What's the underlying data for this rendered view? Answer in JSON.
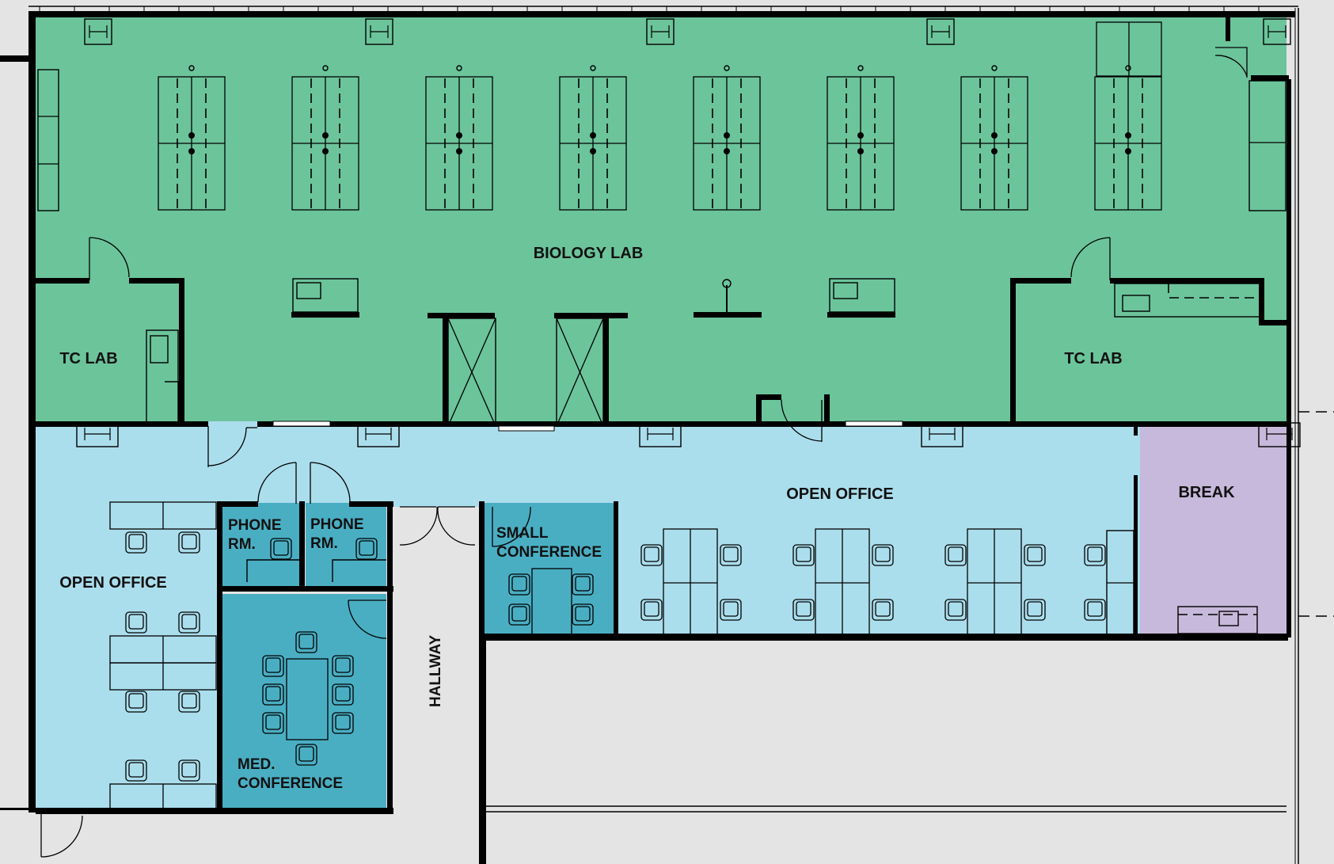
{
  "colors": {
    "biology_lab": "#6cc49b",
    "open_office": "#abdeed",
    "conference": "#4aaec3",
    "break_room": "#c7b9db",
    "corridor": "#e4e4e4",
    "wall": "#000000"
  },
  "rooms": {
    "biology_lab": "BIOLOGY LAB",
    "tc_lab_left": "TC LAB",
    "tc_lab_right": "TC LAB",
    "open_office_west": "OPEN OFFICE",
    "open_office_east": "OPEN OFFICE",
    "break_room": "BREAK",
    "phone_room_1": [
      "PHONE",
      "RM."
    ],
    "phone_room_2": [
      "PHONE",
      "RM."
    ],
    "small_conference": [
      "SMALL",
      "CONFERENCE"
    ],
    "med_conference": [
      "MED.",
      "CONFERENCE"
    ],
    "hallway": "HALLWAY"
  }
}
